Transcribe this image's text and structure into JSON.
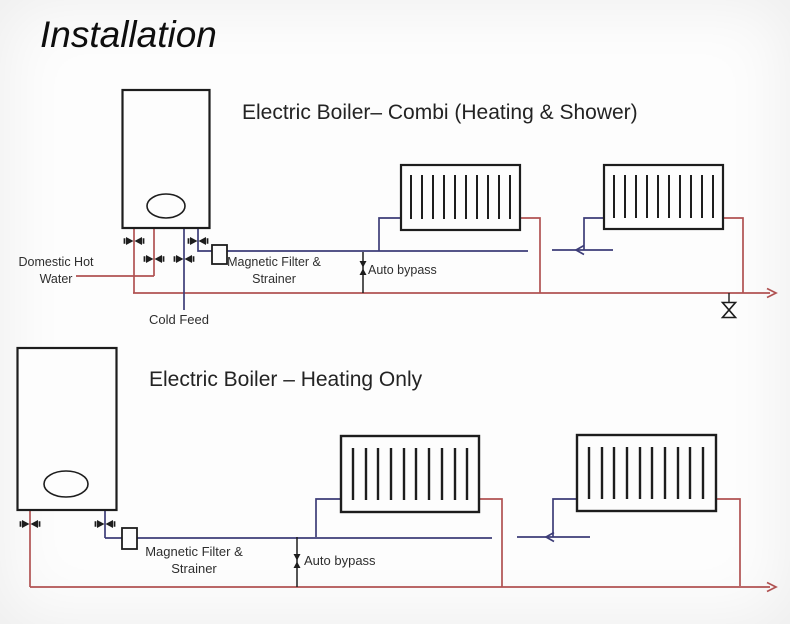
{
  "page": {
    "title": "Installation"
  },
  "colors": {
    "pipe_hot": "#b05252",
    "pipe_return": "#3d3d78",
    "line_ink": "#1d1d1d",
    "background": "#fdfdfd"
  },
  "icons": {
    "isolation_valve": "valve-icon (bowtie)",
    "auto_bypass_valve": "bypass-valve-icon (vertical bowtie)",
    "drain_valve": "drain-valve-icon (hourglass outline)",
    "flow_arrow_right": "arrow-right-icon",
    "flow_arrow_left": "arrow-left-icon"
  },
  "combi": {
    "title": "Electric Boiler– Combi (Heating & Shower)",
    "labels": {
      "dhw_line1": "Domestic Hot",
      "dhw_line2": "Water",
      "cold_feed": "Cold Feed",
      "filter_line1": "Magnetic Filter &",
      "filter_line2": "Strainer",
      "auto_bypass": "Auto bypass"
    }
  },
  "heating_only": {
    "title": "Electric Boiler – Heating Only",
    "labels": {
      "filter_line1": "Magnetic Filter &",
      "filter_line2": "Strainer",
      "auto_bypass": "Auto bypass"
    }
  }
}
